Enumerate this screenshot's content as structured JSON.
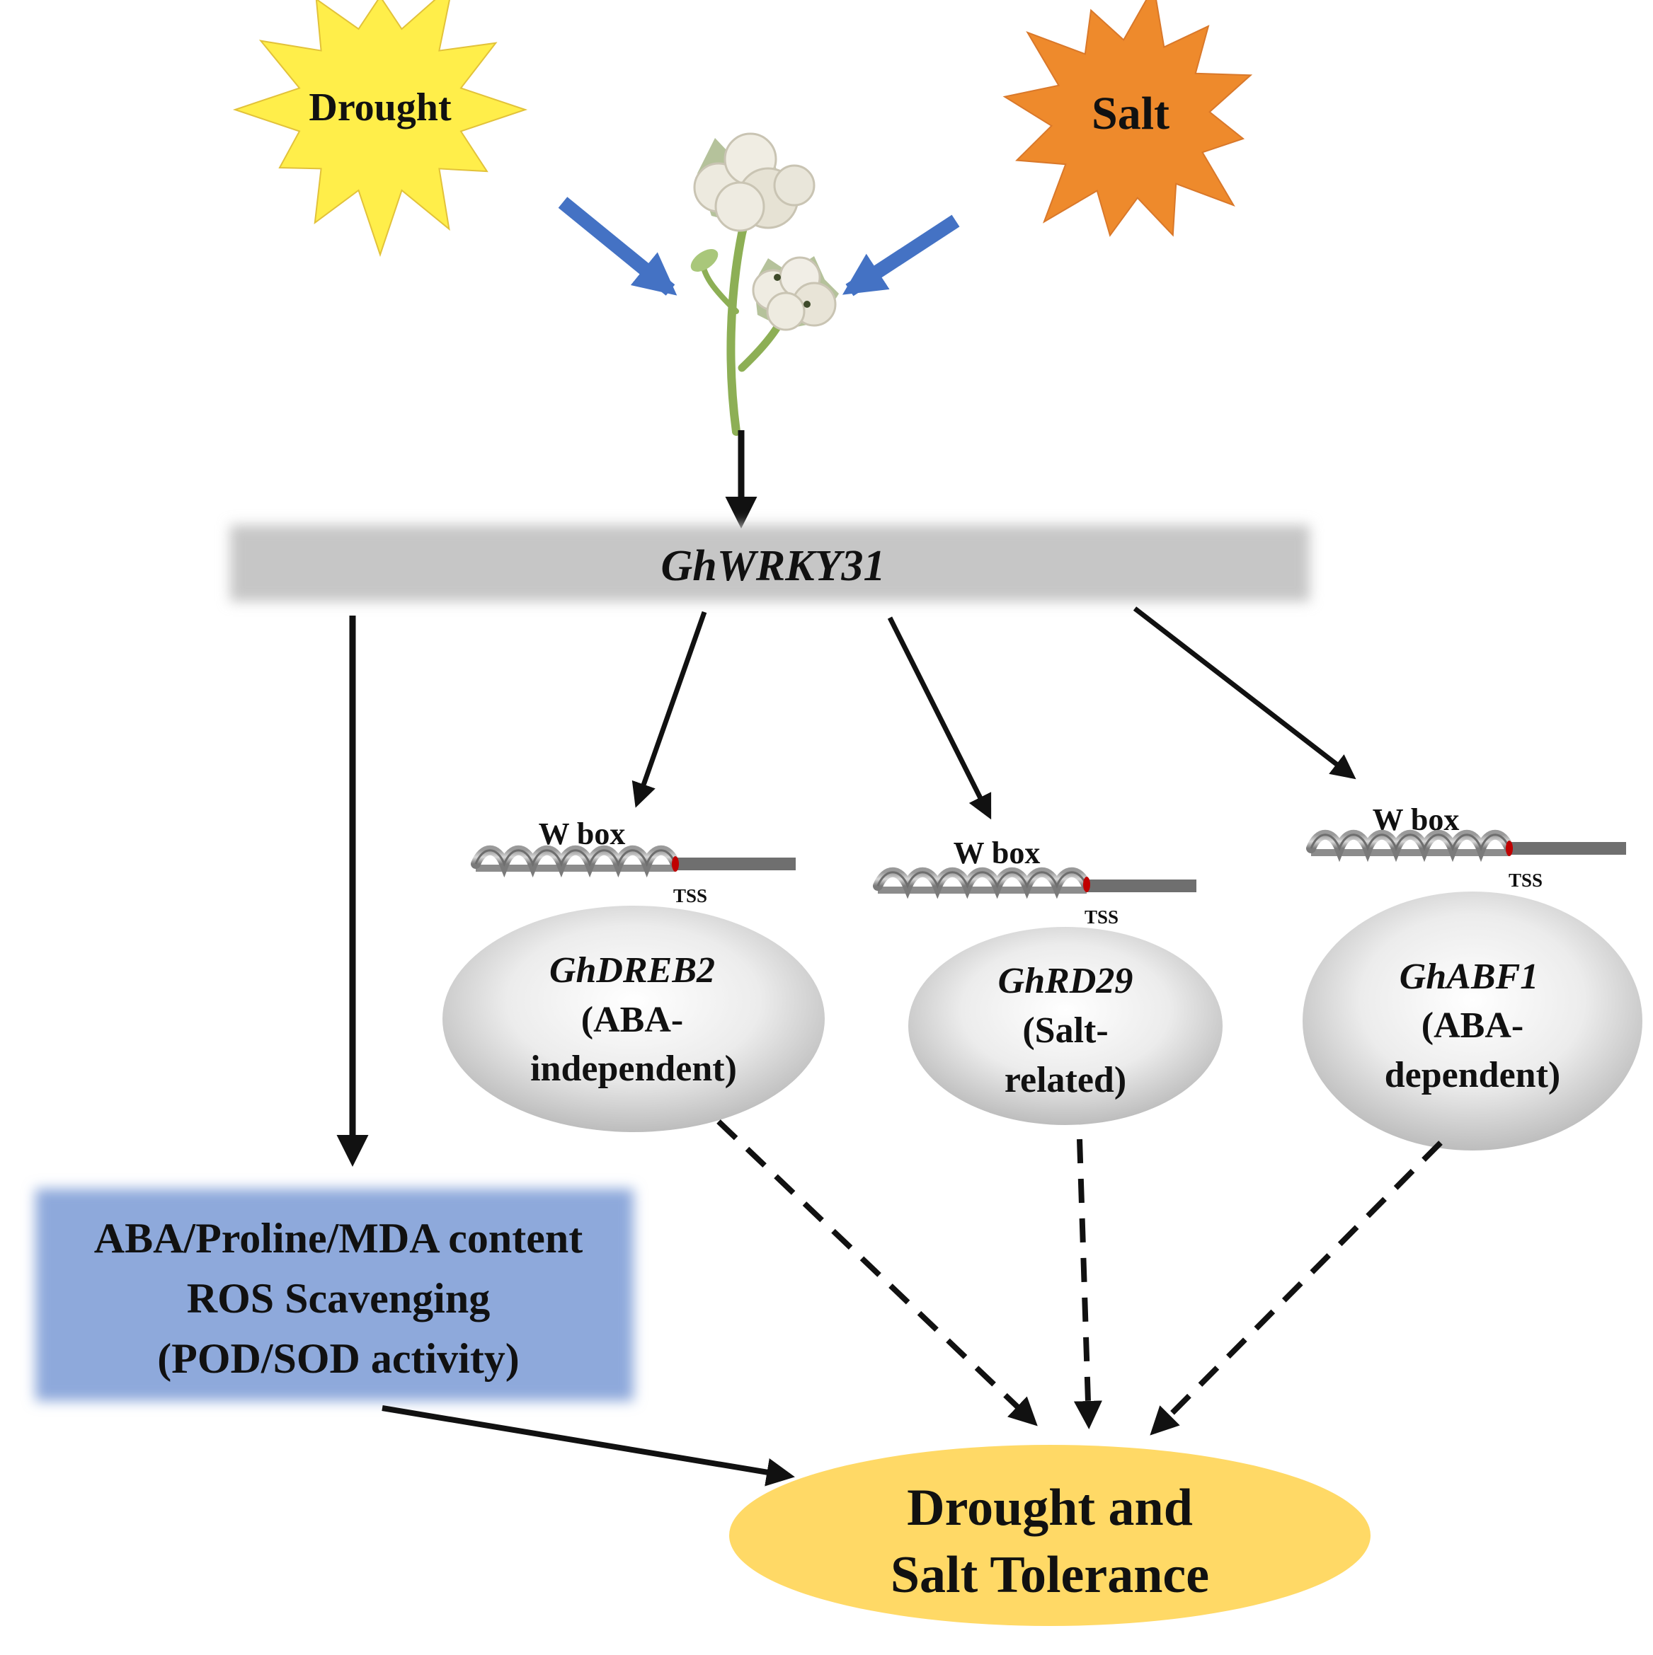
{
  "stresses": {
    "drought": {
      "label": "Drought",
      "color": "#FFEE4A"
    },
    "salt": {
      "label": "Salt",
      "color": "#EE8A2C"
    }
  },
  "hub": {
    "label": "GhWRKY31",
    "color": "#C6C6C6"
  },
  "genes": [
    {
      "w_box": "W box",
      "tss": "TSS",
      "name": "GhDREB2",
      "line1": "(ABA-",
      "line2": "independent)"
    },
    {
      "w_box": "W box",
      "tss": "TSS",
      "name": "GhRD29",
      "line1": "(Salt-",
      "line2": "related)"
    },
    {
      "w_box": "W box",
      "tss": "TSS",
      "name": "GhABF1",
      "line1": "(ABA-",
      "line2": "dependent)"
    }
  ],
  "physiology": {
    "lines": [
      "ABA/Proline/MDA content",
      "ROS Scavenging",
      "(POD/SOD activity)"
    ],
    "color": "#8EA9DB"
  },
  "outcome": {
    "lines": [
      "Drought and",
      "Salt Tolerance"
    ],
    "color": "#FFD966"
  },
  "colors": {
    "arrow": "#111111",
    "stress_arrow": "#4472C4",
    "tss_mark": "#C00000"
  }
}
